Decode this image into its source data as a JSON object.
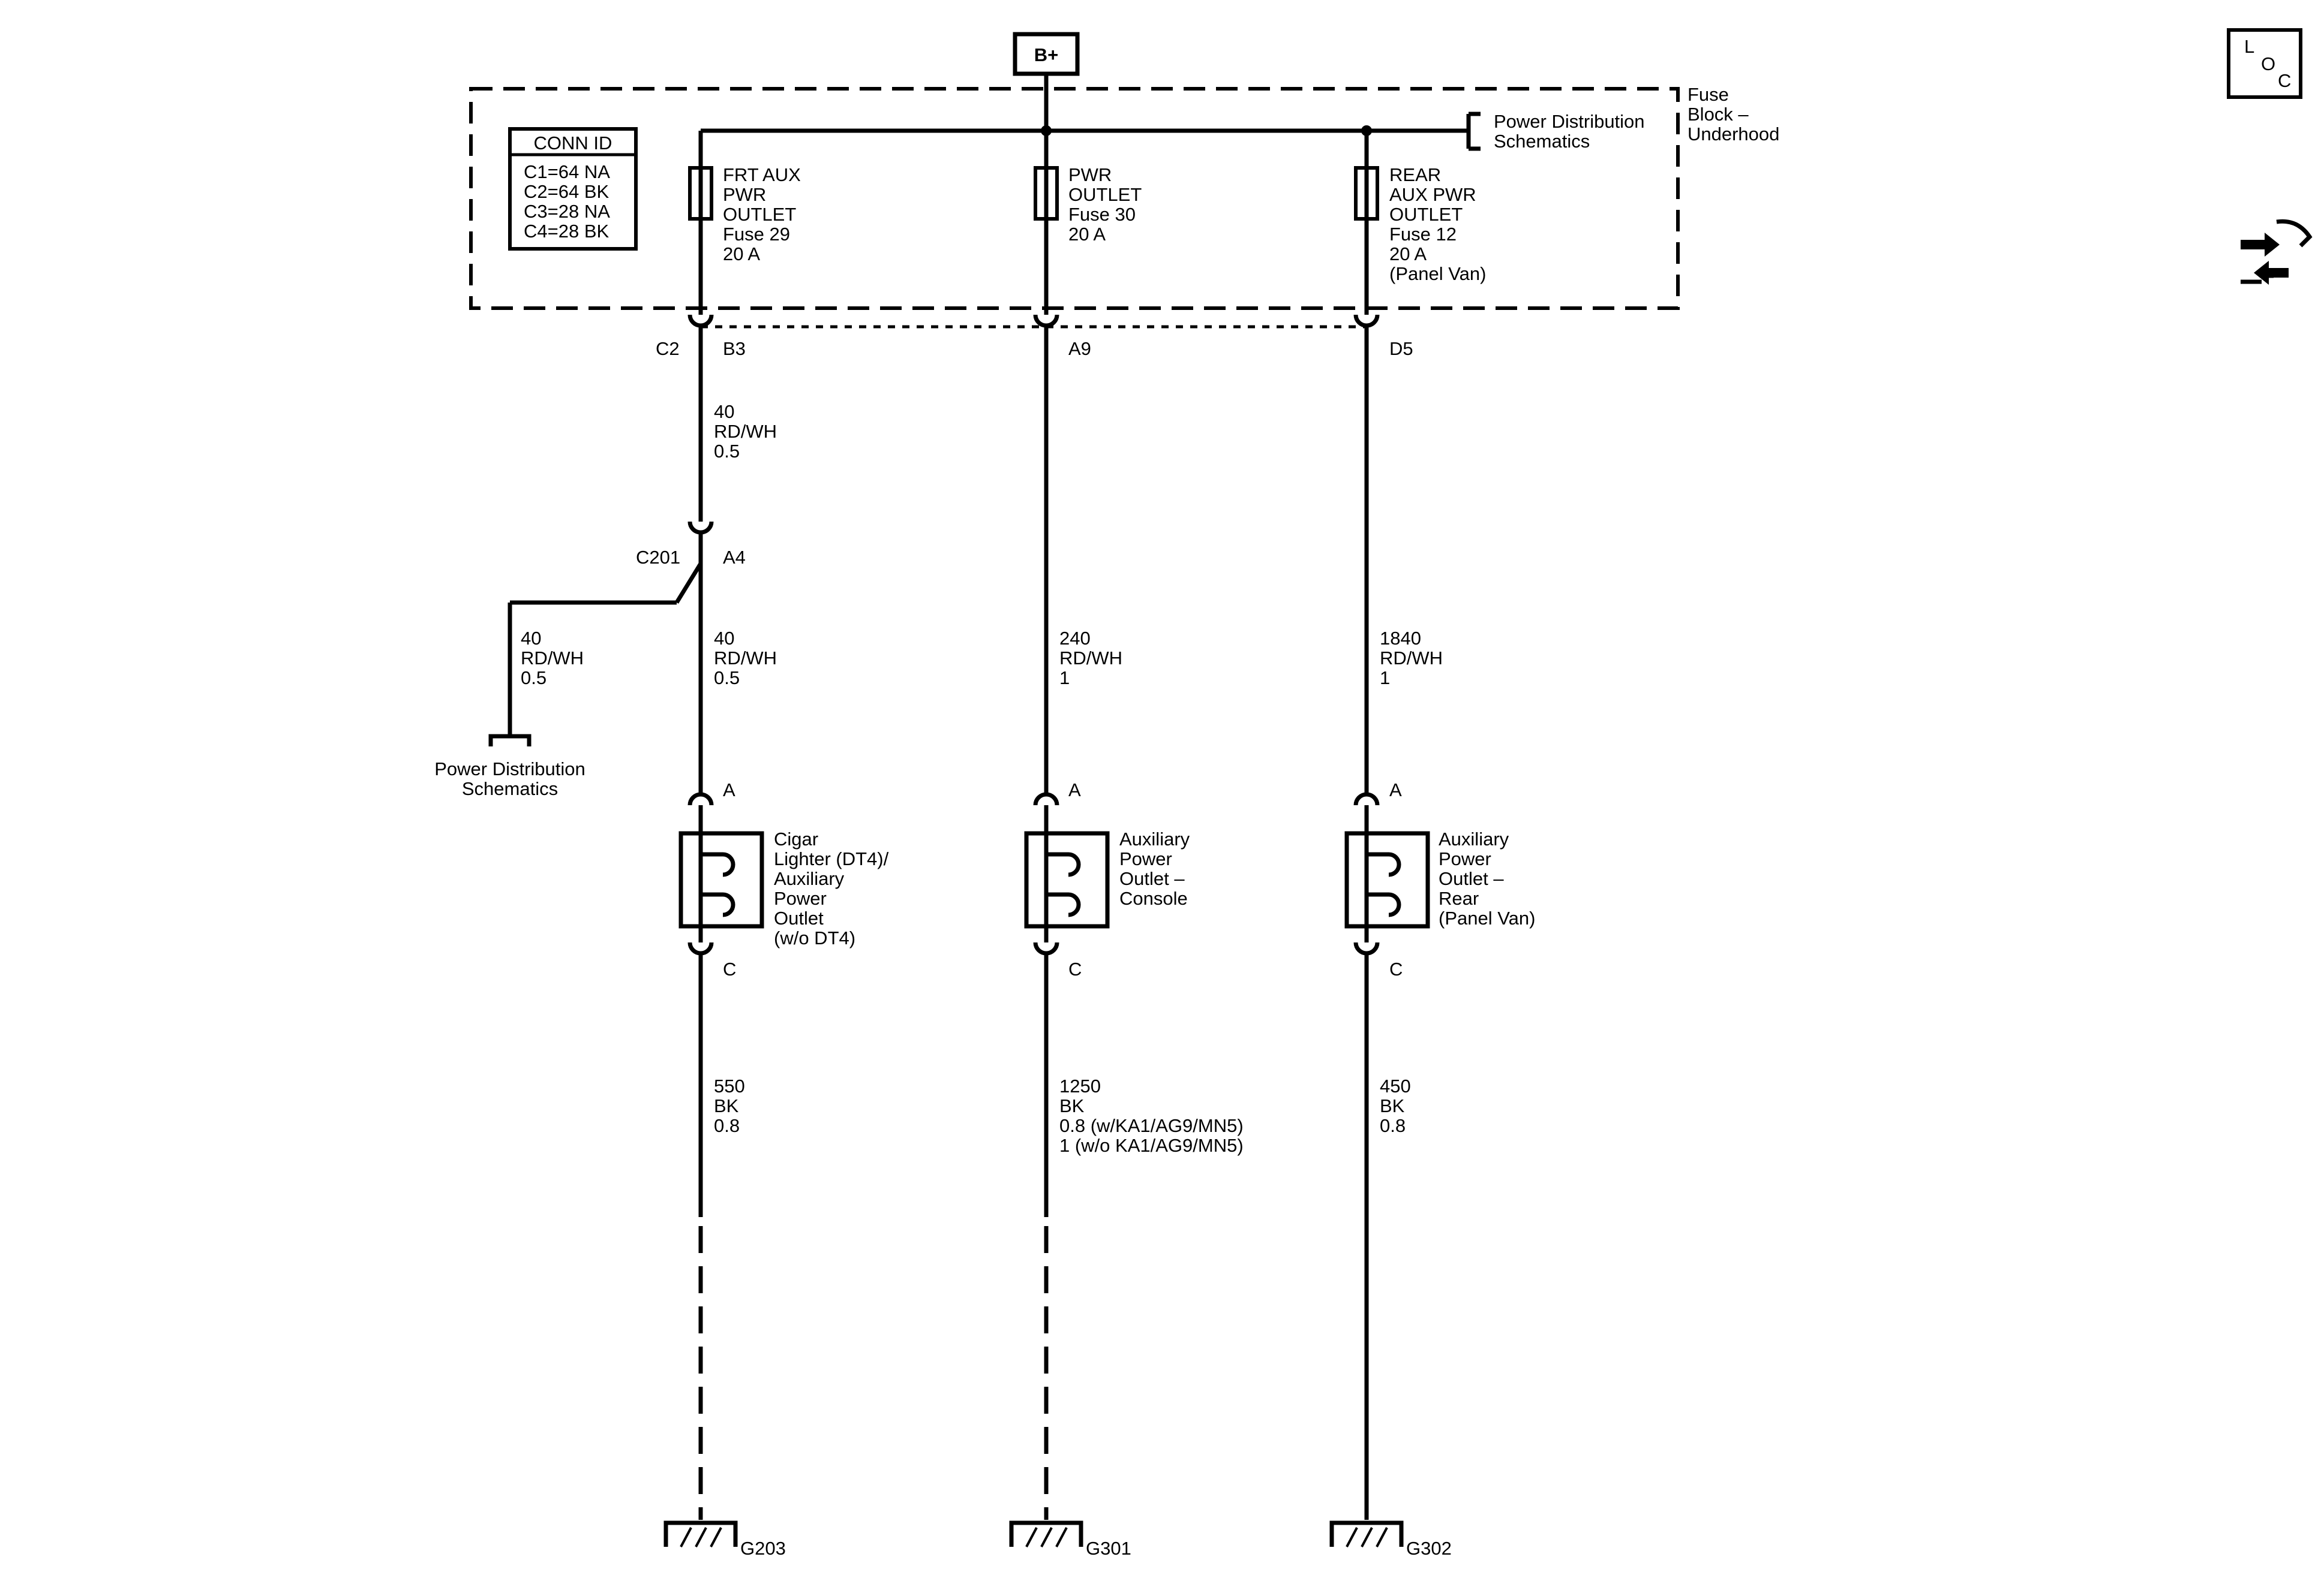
{
  "supply": {
    "label": "B+"
  },
  "fuse_block": {
    "title": [
      "Fuse",
      "Block –",
      "Underhood"
    ],
    "conn_id": {
      "header": "CONN ID",
      "rows": [
        "C1=64 NA",
        "C2=64 BK",
        "C3=28 NA",
        "C4=28 BK"
      ]
    },
    "power_distribution_ref": [
      "Power Distribution",
      "Schematics"
    ]
  },
  "fuses": [
    {
      "lines": [
        "FRT AUX",
        "PWR",
        "OUTLET",
        "Fuse 29",
        "20 A"
      ]
    },
    {
      "lines": [
        "PWR",
        "OUTLET",
        "Fuse 30",
        "20 A"
      ]
    },
    {
      "lines": [
        "REAR",
        "AUX PWR",
        "OUTLET",
        "Fuse 12",
        "20 A",
        "(Panel Van)"
      ]
    }
  ],
  "connectors": {
    "c2": "C2",
    "fuse_pins": [
      "B3",
      "A9",
      "D5"
    ],
    "c201": "C201",
    "c201_pin": "A4",
    "outlet_pin_top": "A",
    "outlet_pin_bottom": "C"
  },
  "wires": {
    "c2_to_c201": [
      "40",
      "RD/WH",
      "0.5"
    ],
    "branch": [
      "40",
      "RD/WH",
      "0.5"
    ],
    "feed_1": [
      "40",
      "RD/WH",
      "0.5"
    ],
    "feed_2": [
      "240",
      "RD/WH",
      "1"
    ],
    "feed_3": [
      "1840",
      "RD/WH",
      "1"
    ],
    "ground_1": [
      "550",
      "BK",
      "0.8"
    ],
    "ground_2": [
      "1250",
      "BK",
      "0.8 (w/KA1/AG9/MN5)",
      "1 (w/o KA1/AG9/MN5)"
    ],
    "ground_3": [
      "450",
      "BK",
      "0.8"
    ]
  },
  "branch_ref": [
    "Power Distribution",
    "Schematics"
  ],
  "outlets": [
    {
      "lines": [
        "Cigar",
        "Lighter (DT4)/",
        "Auxiliary",
        "Power",
        "Outlet",
        "(w/o DT4)"
      ]
    },
    {
      "lines": [
        "Auxiliary",
        "Power",
        "Outlet –",
        "Console"
      ]
    },
    {
      "lines": [
        "Auxiliary",
        "Power",
        "Outlet –",
        "Rear",
        "(Panel Van)"
      ]
    }
  ],
  "grounds": [
    "G203",
    "G301",
    "G302"
  ],
  "icons": {
    "loc": [
      "L",
      "O",
      "C"
    ],
    "connector_view": "connector-view-icon"
  }
}
